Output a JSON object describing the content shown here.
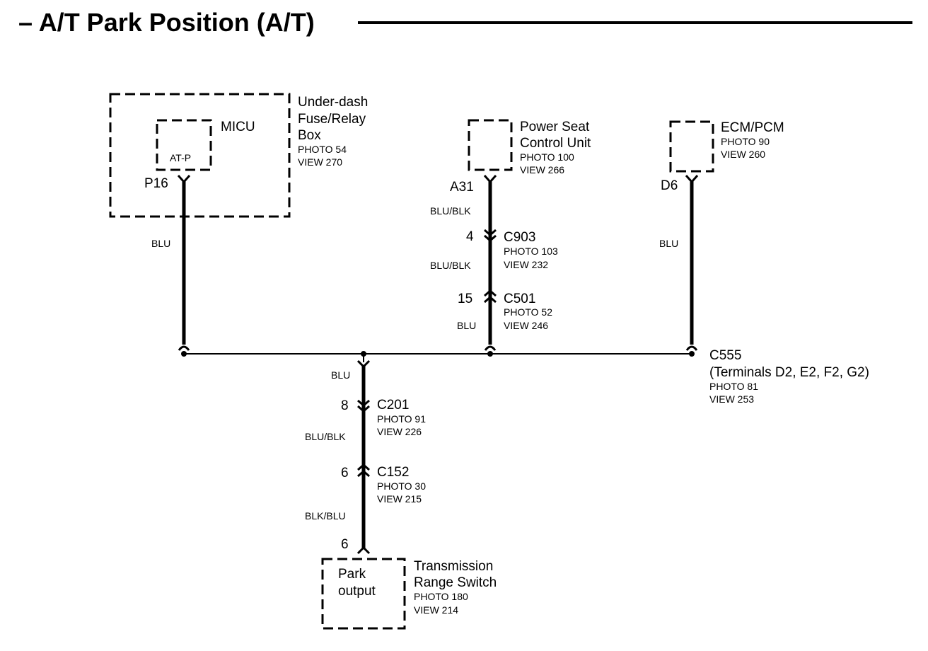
{
  "title": "– A/T Park Position (A/T)",
  "components": {
    "underdash": {
      "name_lines": [
        "Under-dash",
        "Fuse/Relay",
        "Box"
      ],
      "photo": "PHOTO 54",
      "view": "VIEW 270"
    },
    "micu": {
      "name": "MICU",
      "terminal": "AT-P",
      "pin": "P16"
    },
    "power_seat": {
      "name_lines": [
        "Power Seat",
        "Control Unit"
      ],
      "photo": "PHOTO 100",
      "view": "VIEW 266",
      "pin": "A31"
    },
    "ecm": {
      "name": "ECM/PCM",
      "photo": "PHOTO 90",
      "view": "VIEW 260",
      "pin": "D6"
    },
    "trs": {
      "name_lines": [
        "Transmission",
        "Range Switch"
      ],
      "terminal_lines": [
        "Park",
        "output"
      ],
      "photo": "PHOTO 180",
      "view": "VIEW 214",
      "pin": "6"
    }
  },
  "connectors": {
    "c903": {
      "name": "C903",
      "pin": "4",
      "photo": "PHOTO 103",
      "view": "VIEW 232"
    },
    "c501": {
      "name": "C501",
      "pin": "15",
      "photo": "PHOTO 52",
      "view": "VIEW 246"
    },
    "c555": {
      "name": "C555",
      "detail": "(Terminals D2, E2, F2, G2)",
      "photo": "PHOTO 81",
      "view": "VIEW 253"
    },
    "c201": {
      "name": "C201",
      "pin": "8",
      "photo": "PHOTO 91",
      "view": "VIEW 226"
    },
    "c152": {
      "name": "C152",
      "pin": "6",
      "photo": "PHOTO 30",
      "view": "VIEW 215"
    }
  },
  "wires": {
    "micu_blu": "BLU",
    "ps_upper": "BLU/BLK",
    "ps_middle": "BLU/BLK",
    "ps_lower": "BLU",
    "ecm_blu": "BLU",
    "trs_upper": "BLU",
    "trs_middle": "BLU/BLK",
    "trs_lower": "BLK/BLU"
  }
}
